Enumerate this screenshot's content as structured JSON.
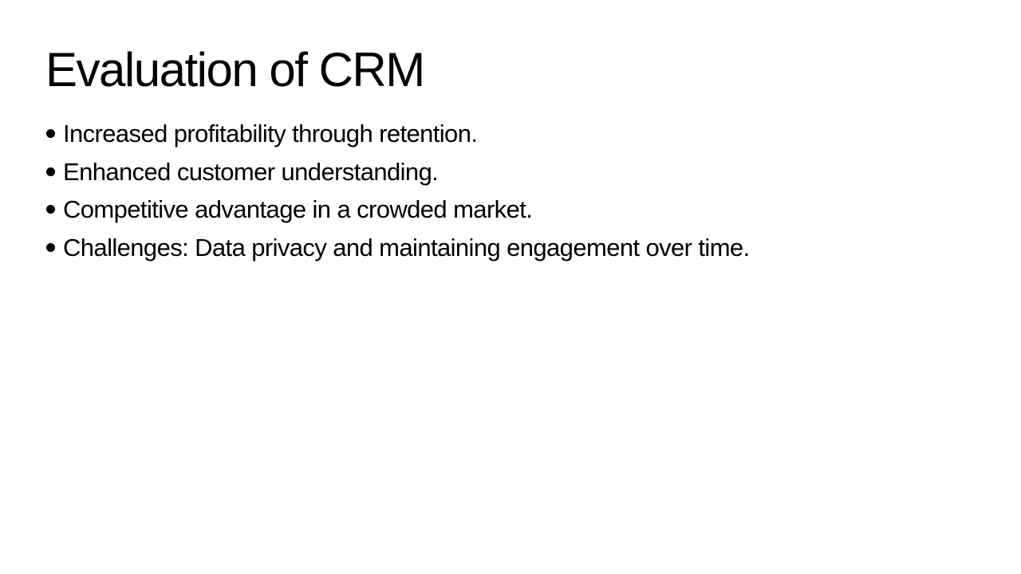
{
  "slide": {
    "title": "Evaluation of CRM",
    "bullets": [
      "Increased profitability through retention.",
      "Enhanced customer understanding.",
      "Competitive advantage in a crowded market.",
      "Challenges: Data privacy and maintaining engagement over time."
    ]
  }
}
